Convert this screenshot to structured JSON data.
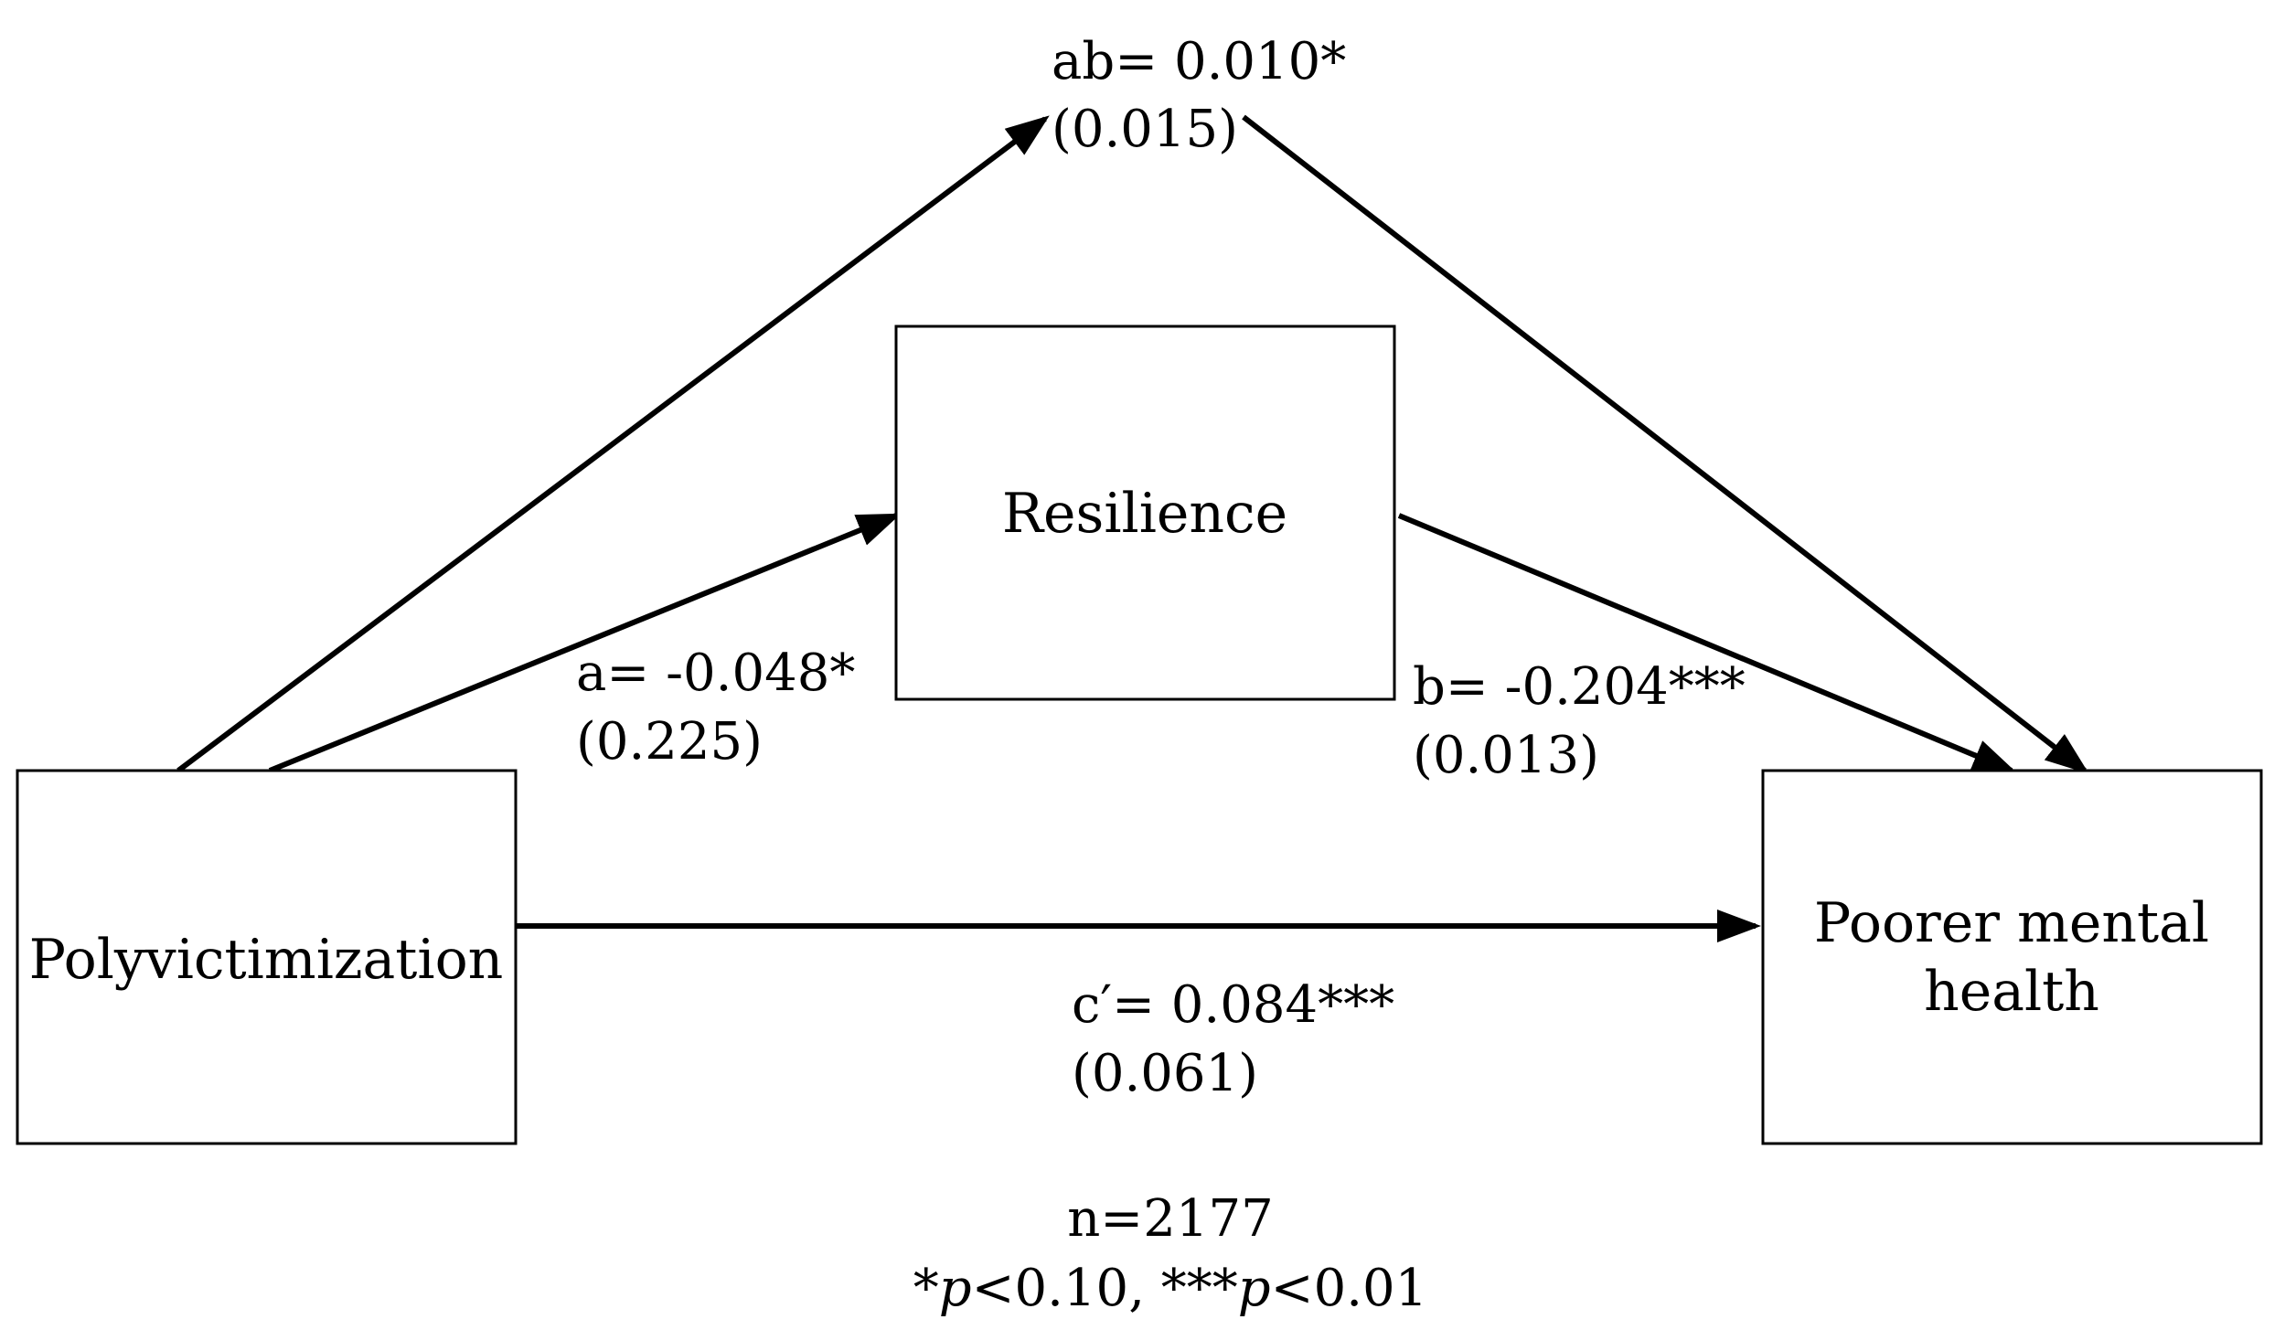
{
  "nodes": {
    "polyvictimization": {
      "label": "Polyvictimization"
    },
    "resilience": {
      "label": "Resilience"
    },
    "outcome": {
      "label_line1": "Poorer mental",
      "label_line2": "health"
    }
  },
  "paths": {
    "ab": {
      "coef": "ab= 0.010*",
      "se": "(0.015)"
    },
    "a": {
      "coef": "a= -0.048*",
      "se": "(0.225)"
    },
    "b": {
      "coef": "b= -0.204***",
      "se": "(0.013)"
    },
    "c_prime": {
      "coef": "c′= 0.084***",
      "se": "(0.061)"
    }
  },
  "footnote": {
    "sample": "n=2177",
    "sig_1_stars": "*",
    "sig_1_p": "p",
    "sig_1_value": "<0.10, ",
    "sig_2_stars": "***",
    "sig_2_p": "p",
    "sig_2_value": "<0.01"
  },
  "colors": {
    "stroke": "#000000",
    "background": "#ffffff"
  }
}
